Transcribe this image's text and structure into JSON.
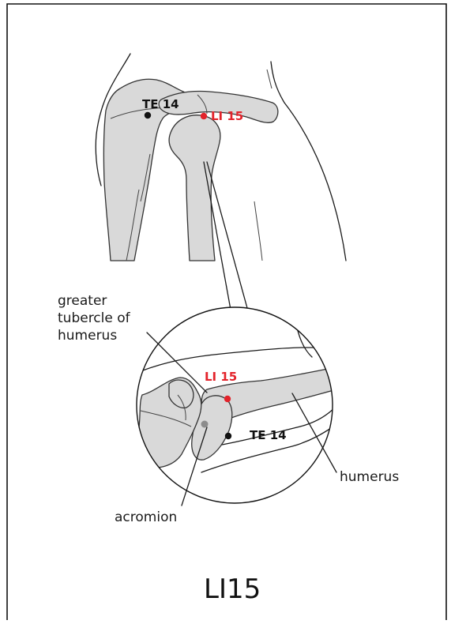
{
  "title": "LI15",
  "points": {
    "te14_upper": "TE 14",
    "li15_upper": "LI 15",
    "li15_lower": "LI 15",
    "te14_lower": "TE 14"
  },
  "labels": {
    "greater_tubercle_line1": "greater",
    "greater_tubercle_line2": "tubercle of",
    "greater_tubercle_line3": "humerus",
    "humerus": "humerus",
    "acromion": "acromion"
  },
  "colors": {
    "acupoint_red": "#e3232b",
    "acupoint_black": "#111111",
    "bone_fill": "#d9d9d9"
  }
}
